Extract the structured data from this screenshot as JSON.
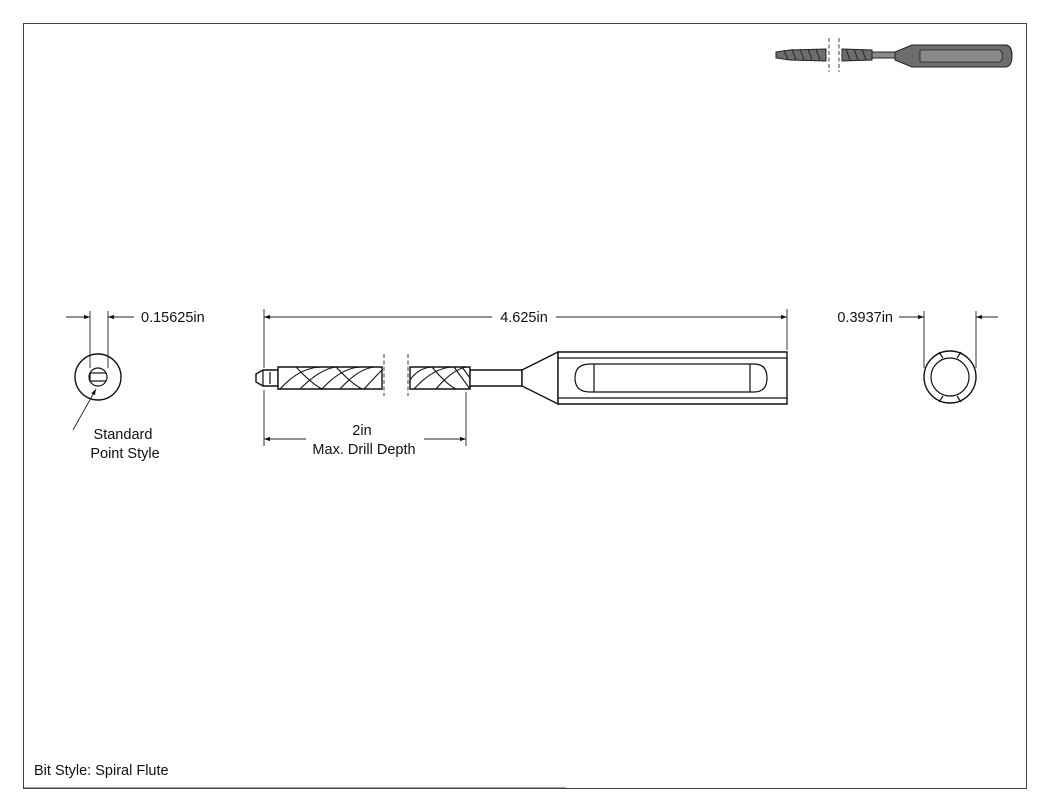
{
  "dimensions": {
    "point_diameter": "0.15625in",
    "overall_length": "4.625in",
    "shank_diameter": "0.3937in",
    "drill_depth_value": "2in",
    "drill_depth_label": "Max. Drill Depth"
  },
  "callout": {
    "point_style_line1": "Standard",
    "point_style_line2": "Point Style"
  },
  "footer": {
    "bit_style": "Bit Style: Spiral Flute"
  },
  "colors": {
    "line": "#111111",
    "thumbnail_fill": "#6d6d6d",
    "background": "#ffffff"
  },
  "icons": {
    "arrowhead": "filled-triangle"
  }
}
